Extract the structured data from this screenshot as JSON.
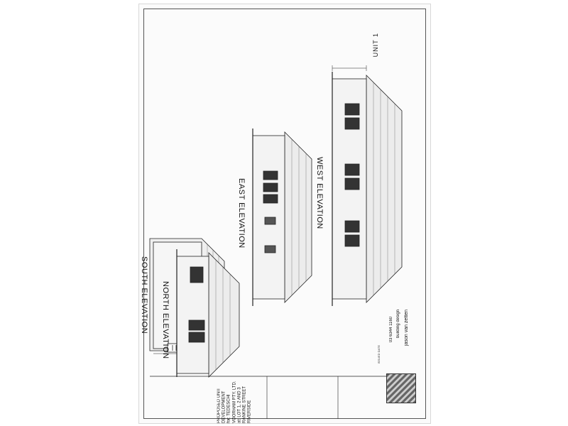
{
  "titles": {
    "west": "WEST ELEVATION",
    "east": "EAST ELEVATION",
    "south": "SOUTH ELEVATION",
    "north": "NORTH ELEVATION"
  },
  "unit_label": "UNIT 1",
  "project": {
    "line1": "PROPOSED UNIT DEVELOPMENT",
    "line2": "for: TEDESCHI VOORHAM PTY. LTD.",
    "line3": "at: LOT 1, 2 AND 3 RANKINE STREET",
    "line4": "RIVERSIDE"
  },
  "designer": {
    "name": "jason van zetten",
    "business": "building design",
    "phone": "03 6344 1160"
  },
  "issued_date_label": "ISSUED DATE"
}
